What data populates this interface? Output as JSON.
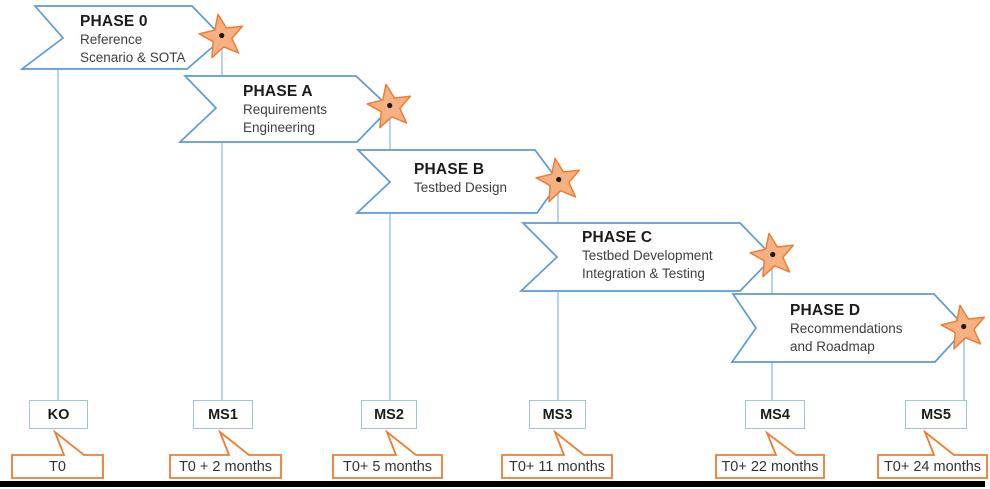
{
  "phases": [
    {
      "title": "PHASE 0",
      "lines": [
        "Reference",
        "Scenario & SOTA"
      ]
    },
    {
      "title": "PHASE A",
      "lines": [
        "Requirements",
        "Engineering"
      ]
    },
    {
      "title": "PHASE B",
      "lines": [
        "Testbed Design"
      ]
    },
    {
      "title": "PHASE C",
      "lines": [
        "Testbed Development",
        "Integration & Testing"
      ]
    },
    {
      "title": "PHASE D",
      "lines": [
        "Recommendations",
        "and Roadmap"
      ]
    }
  ],
  "milestones": [
    {
      "label": "KO",
      "time": "T0"
    },
    {
      "label": "MS1",
      "time": "T0 + 2 months"
    },
    {
      "label": "MS2",
      "time": "T0+ 5 months"
    },
    {
      "label": "MS3",
      "time": "T0+ 11 months"
    },
    {
      "label": "MS4",
      "time": "T0+ 22 months"
    },
    {
      "label": "MS5",
      "time": "T0+ 24 months"
    }
  ],
  "icons": {
    "milestone_marker": "star-icon"
  },
  "colors": {
    "arrow_border": "#5B9BD5",
    "connector_line": "#9DC3E6",
    "milestone_box_border": "#9DC3E6",
    "star_fill": "#F6B183",
    "star_border": "#ED7D31",
    "callout_border": "#ED7D31",
    "text_title": "#1B1B1B",
    "text_subtitle": "#3F3F3F",
    "bottom_bar": "#000000"
  }
}
